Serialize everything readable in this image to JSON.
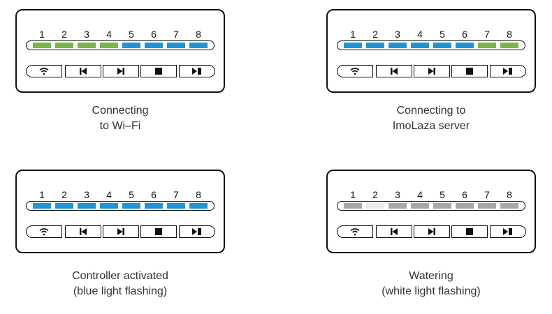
{
  "colors": {
    "green": "#7ab648",
    "blue": "#1f95d6",
    "gray": "#a8a8a8",
    "white": "#ececec",
    "outline": "#111111"
  },
  "zone_numbers": [
    "1",
    "2",
    "3",
    "4",
    "5",
    "6",
    "7",
    "8"
  ],
  "buttons": [
    {
      "name": "wifi",
      "icon": "wifi-icon"
    },
    {
      "name": "previous",
      "icon": "skip-previous-icon"
    },
    {
      "name": "next",
      "icon": "skip-next-icon"
    },
    {
      "name": "stop",
      "icon": "stop-icon"
    },
    {
      "name": "play-pause",
      "icon": "play-pause-icon"
    }
  ],
  "panels": [
    {
      "id": "wifi",
      "leds": [
        "green",
        "green",
        "green",
        "green",
        "blue",
        "blue",
        "blue",
        "blue"
      ],
      "caption_line1": "Connecting",
      "caption_line2": "to Wi–Fi"
    },
    {
      "id": "server",
      "leds": [
        "blue",
        "blue",
        "blue",
        "blue",
        "blue",
        "blue",
        "green",
        "green"
      ],
      "caption_line1": "Connecting to",
      "caption_line2": "ImoLaza server"
    },
    {
      "id": "activated",
      "leds": [
        "blue",
        "blue",
        "blue",
        "blue",
        "blue",
        "blue",
        "blue",
        "blue"
      ],
      "caption_line1": "Controller activated",
      "caption_line2": "(blue light flashing)"
    },
    {
      "id": "watering",
      "leds": [
        "gray",
        "white",
        "gray",
        "gray",
        "gray",
        "gray",
        "gray",
        "gray"
      ],
      "caption_line1": "Watering",
      "caption_line2": "(white light flashing)"
    }
  ]
}
